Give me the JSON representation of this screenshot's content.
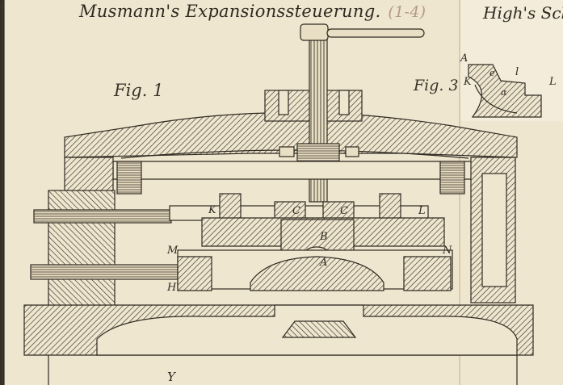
{
  "header": {
    "title": "Musmann's Expansionssteuerung.",
    "note": "(1-4)",
    "right_title": "High's Sch"
  },
  "figures": {
    "fig1": "Fig. 1",
    "fig3": "Fig. 3"
  },
  "fig1_labels": {
    "K": "K",
    "C_left": "C",
    "C_right": "C",
    "L": "L",
    "B": "B",
    "A": "A",
    "M": "M",
    "N": "N",
    "H": "H",
    "Y": "Y"
  },
  "fig3_labels": {
    "A": "A",
    "K": "K",
    "e": "e",
    "l": "l",
    "alpha": "α",
    "L": "L"
  },
  "colors": {
    "paper": "#efe6cf",
    "ink": "#3a3328",
    "note": "#b49a86"
  }
}
